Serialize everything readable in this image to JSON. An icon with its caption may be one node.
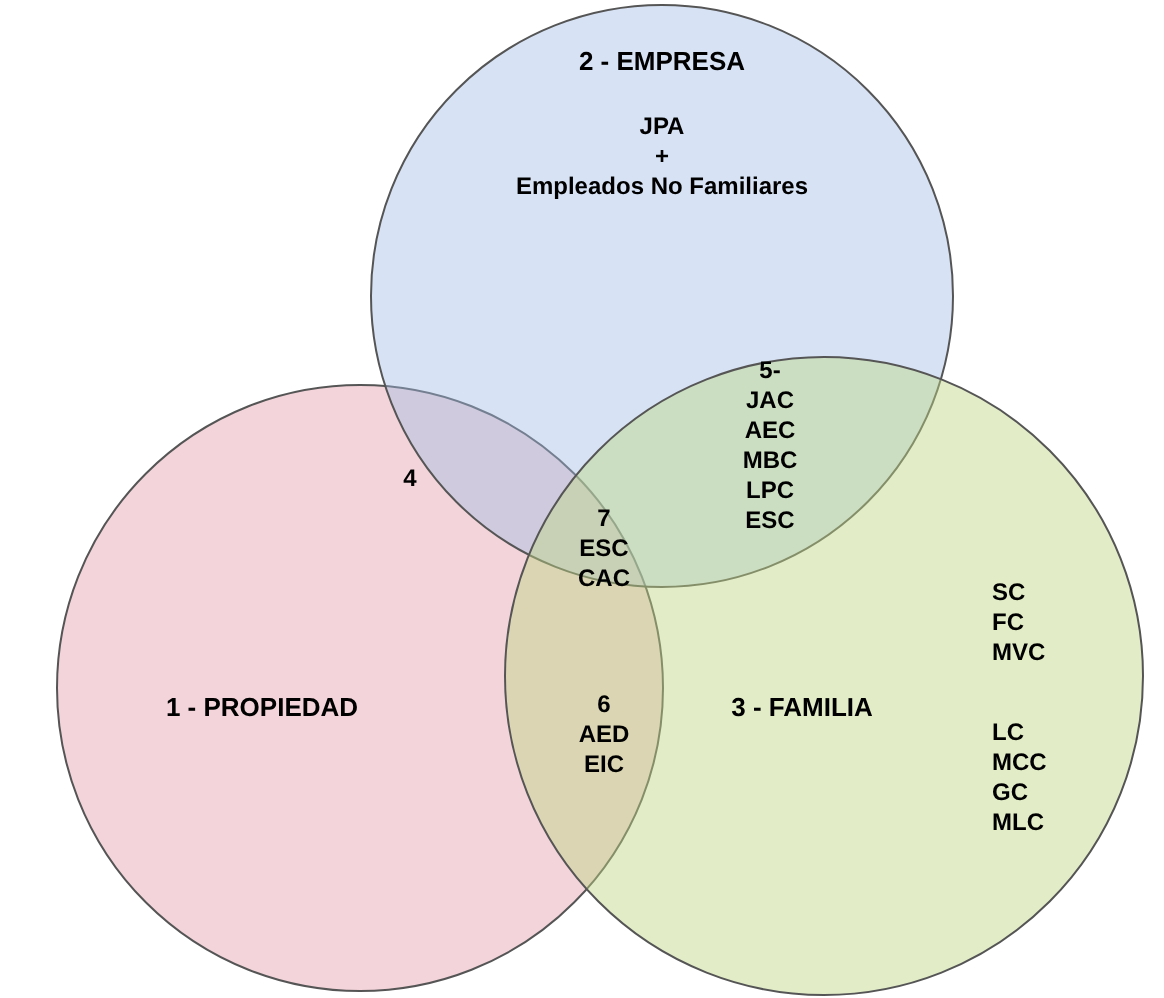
{
  "diagram": {
    "nodes": [
      {
        "text": [
          "2 - EMPRESA",
          "JPA",
          "+",
          "Empleados No Familiares"
        ]
      },
      {
        "text": [
          "1 - PROPIEDAD"
        ]
      },
      {
        "text": [
          "3 - FAMILIA",
          "SC FC MVC",
          "LC MCC GC MLC"
        ]
      }
    ],
    "labels": [
      "4",
      "5- JAC AEC MBC LPC ESC",
      "7 ESC CAC",
      "6 AED EIC"
    ]
  }
}
